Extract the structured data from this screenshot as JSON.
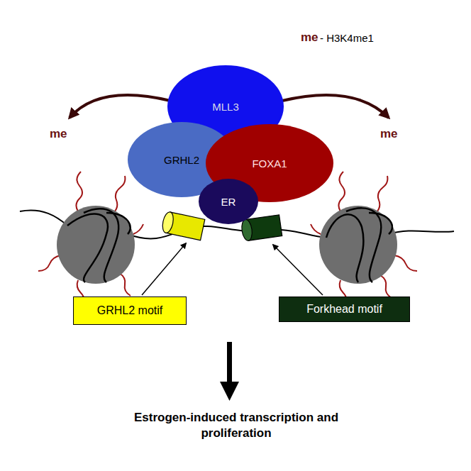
{
  "diagram": {
    "nodes": [
      {
        "text": [
          "MLL3"
        ]
      },
      {
        "text": [
          "GRHL2"
        ]
      },
      {
        "text": [
          "FOXA1"
        ]
      },
      {
        "text": [
          "ER"
        ]
      },
      {
        "text": [
          "GRHL2 motif"
        ]
      },
      {
        "text": [
          "Forkhead motif"
        ]
      }
    ],
    "labels": [
      "me",
      "- H3K4me1",
      "me",
      "me",
      "Estrogen-induced transcription and proliferation"
    ]
  }
}
